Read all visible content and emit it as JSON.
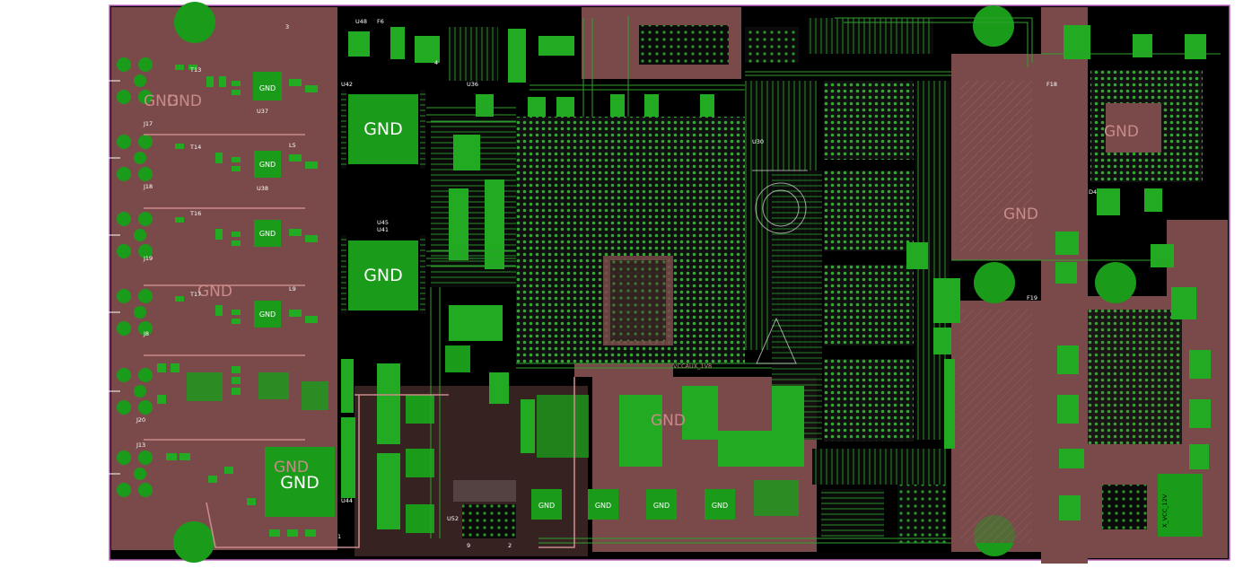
{
  "colors": {
    "background": "#000000",
    "copper": "#7a4a4a",
    "copper_light": "#a27070",
    "pad": "#1a9b1a",
    "pad_bright": "#22bb22",
    "trace": "#2fa02f",
    "outline": "#c060c0",
    "silk": "#ffffff"
  },
  "big_labels": [
    "GND",
    "GND",
    "GND",
    "GND"
  ],
  "small_labels": [
    "GND",
    "GND",
    "GND",
    "GND",
    "GND",
    "GND",
    "GND",
    "GND"
  ],
  "pink_labels": [
    "GND",
    "GND",
    "GND",
    "GND",
    "GND",
    "GND"
  ],
  "rail_labels": [
    "VCCAUX_1V8",
    "X_VCC_12V"
  ],
  "connectors": [
    {
      "name": "J17"
    },
    {
      "name": "J18"
    },
    {
      "name": "J19"
    },
    {
      "name": "J8"
    },
    {
      "name": "J20"
    },
    {
      "name": "J13"
    }
  ],
  "designators": [
    "U48",
    "U42",
    "U37",
    "U38",
    "U45",
    "U41",
    "U44",
    "U52",
    "U36",
    "U30",
    "T13",
    "T14",
    "T16",
    "T17",
    "L5",
    "L9",
    "F6",
    "F18",
    "F19",
    "D4"
  ],
  "pin_numbers": [
    "3",
    "4",
    "9",
    "2",
    "1"
  ]
}
